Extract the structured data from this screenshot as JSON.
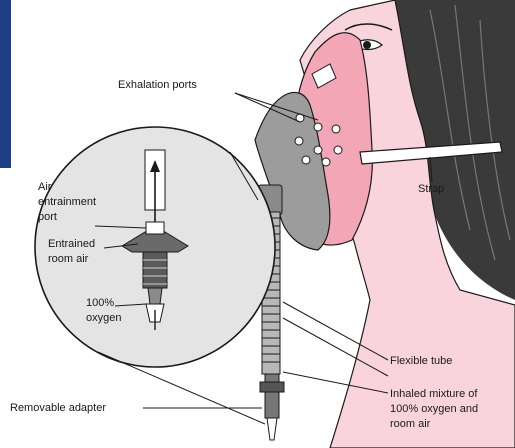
{
  "labels": {
    "exhalation_ports": "Exhalation ports",
    "strap": "Strap",
    "air_entrainment_port": "Air\nentrainment\nport",
    "entrained_room_air": "Entrained\nroom air",
    "oxygen_100": "100%\noxygen",
    "flexible_tube": "Flexible tube",
    "inhaled_mixture": "Inhaled mixture of\n100% oxygen and\nroom air",
    "removable_adapter": "Removable adapter"
  },
  "colors": {
    "mask_pink": "#f2a6b6",
    "face_pink": "#f9d4dc",
    "hair": "#3a3a3a",
    "mask_gray": "#9c9c9c",
    "tube_gray": "#8a8a8a",
    "outline": "#1a1a1a",
    "accent_blue": "#1d3f86"
  }
}
